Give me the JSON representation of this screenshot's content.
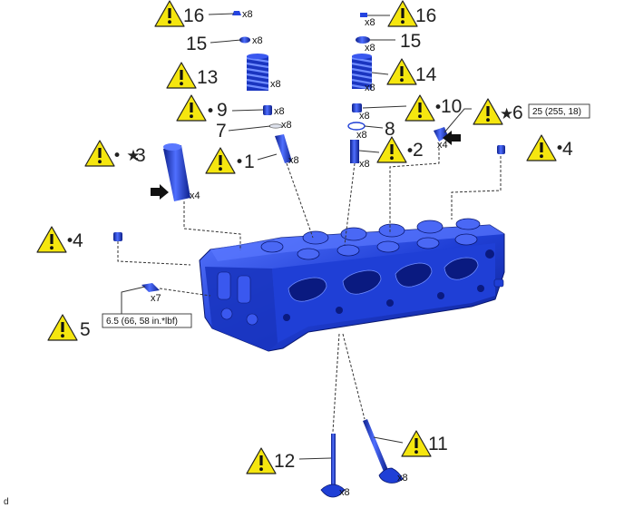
{
  "corner_letter": "d",
  "colors": {
    "part_blue": "#1f3fd6",
    "part_dark": "#0d1f8a",
    "part_light": "#5a78ff",
    "warning_yellow": "#f5e60f"
  },
  "callouts": [
    {
      "id": "c16a",
      "number": "16",
      "prefix": "",
      "qty": "x8",
      "warning": true
    },
    {
      "id": "c16b",
      "number": "16",
      "prefix": "",
      "qty": "x8",
      "warning": true
    },
    {
      "id": "c15a",
      "number": "15",
      "prefix": "",
      "qty": "x8",
      "warning": false
    },
    {
      "id": "c15b",
      "number": "15",
      "prefix": "",
      "qty": "x8",
      "warning": false
    },
    {
      "id": "c13",
      "number": "13",
      "prefix": "",
      "qty": "x8",
      "warning": true
    },
    {
      "id": "c14",
      "number": "14",
      "prefix": "",
      "qty": "x8",
      "warning": true
    },
    {
      "id": "c9",
      "number": "9",
      "prefix": "•",
      "qty": "x8",
      "warning": true
    },
    {
      "id": "c7",
      "number": "7",
      "prefix": "",
      "qty": "x8",
      "warning": false
    },
    {
      "id": "c10",
      "number": "10",
      "prefix": "•",
      "qty": "x8",
      "warning": true
    },
    {
      "id": "c8",
      "number": "8",
      "prefix": "",
      "qty": "x8",
      "warning": false
    },
    {
      "id": "c6",
      "number": "6",
      "prefix": "★",
      "qty": "x4",
      "warning": true
    },
    {
      "id": "c3",
      "number": "3",
      "prefix": "• ★",
      "qty": "x4",
      "warning": true
    },
    {
      "id": "c1",
      "number": "1",
      "prefix": "•",
      "qty": "x8",
      "warning": true
    },
    {
      "id": "c2",
      "number": "2",
      "prefix": "•",
      "qty": "x8",
      "warning": true
    },
    {
      "id": "c4a",
      "number": "4",
      "prefix": "•",
      "qty": "",
      "warning": true
    },
    {
      "id": "c4b",
      "number": "4",
      "prefix": "•",
      "qty": "",
      "warning": true
    },
    {
      "id": "c5",
      "number": "5",
      "prefix": "",
      "qty": "x7",
      "warning": true
    },
    {
      "id": "c12",
      "number": "12",
      "prefix": "",
      "qty": "x8",
      "warning": true
    },
    {
      "id": "c11",
      "number": "11",
      "prefix": "",
      "qty": "x8",
      "warning": true
    }
  ],
  "torque_specs": {
    "part6": "25 (255, 18)",
    "part5": "6.5 (66, 58 in.*lbf)"
  }
}
